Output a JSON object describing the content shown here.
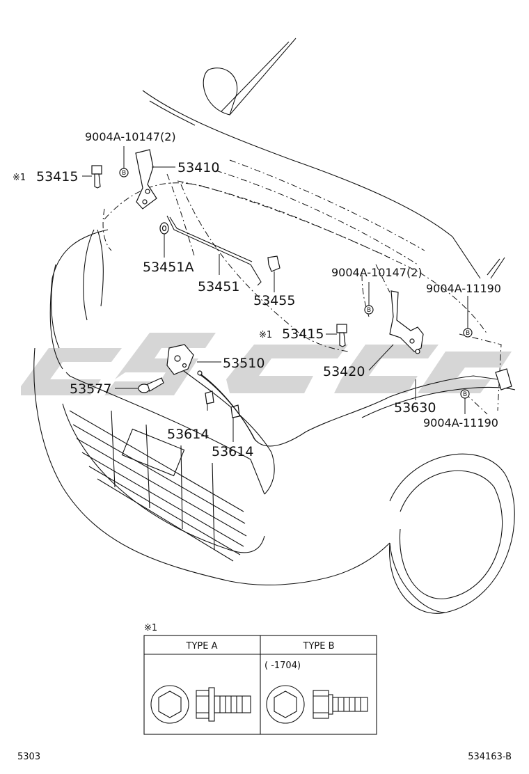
{
  "callouts": {
    "c_9004a_10147_top": "9004A-10147(2)",
    "c_53415_top": "53415",
    "c_53410": "53410",
    "c_53451a": "53451A",
    "c_53451": "53451",
    "c_53455": "53455",
    "c_9004a_10147_right": "9004A-10147(2)",
    "c_9004a_11190_top": "9004A-11190",
    "c_53415_mid": "53415",
    "c_53510": "53510",
    "c_53420": "53420",
    "c_53577": "53577",
    "c_53630": "53630",
    "c_53614_a": "53614",
    "c_53614_b": "53614",
    "c_9004a_11190_bottom": "9004A-11190"
  },
  "note_mark": "※1",
  "b_mark": "B",
  "type_table": {
    "mark": "※1",
    "col_a_header": "TYPE A",
    "col_b_header": "TYPE B",
    "col_b_note": "(     -1704)"
  },
  "footer": {
    "page_number": "5303",
    "figure_code": "534163-B"
  },
  "colors": {
    "line": "#111111",
    "watermark": "#cfcfcf"
  }
}
